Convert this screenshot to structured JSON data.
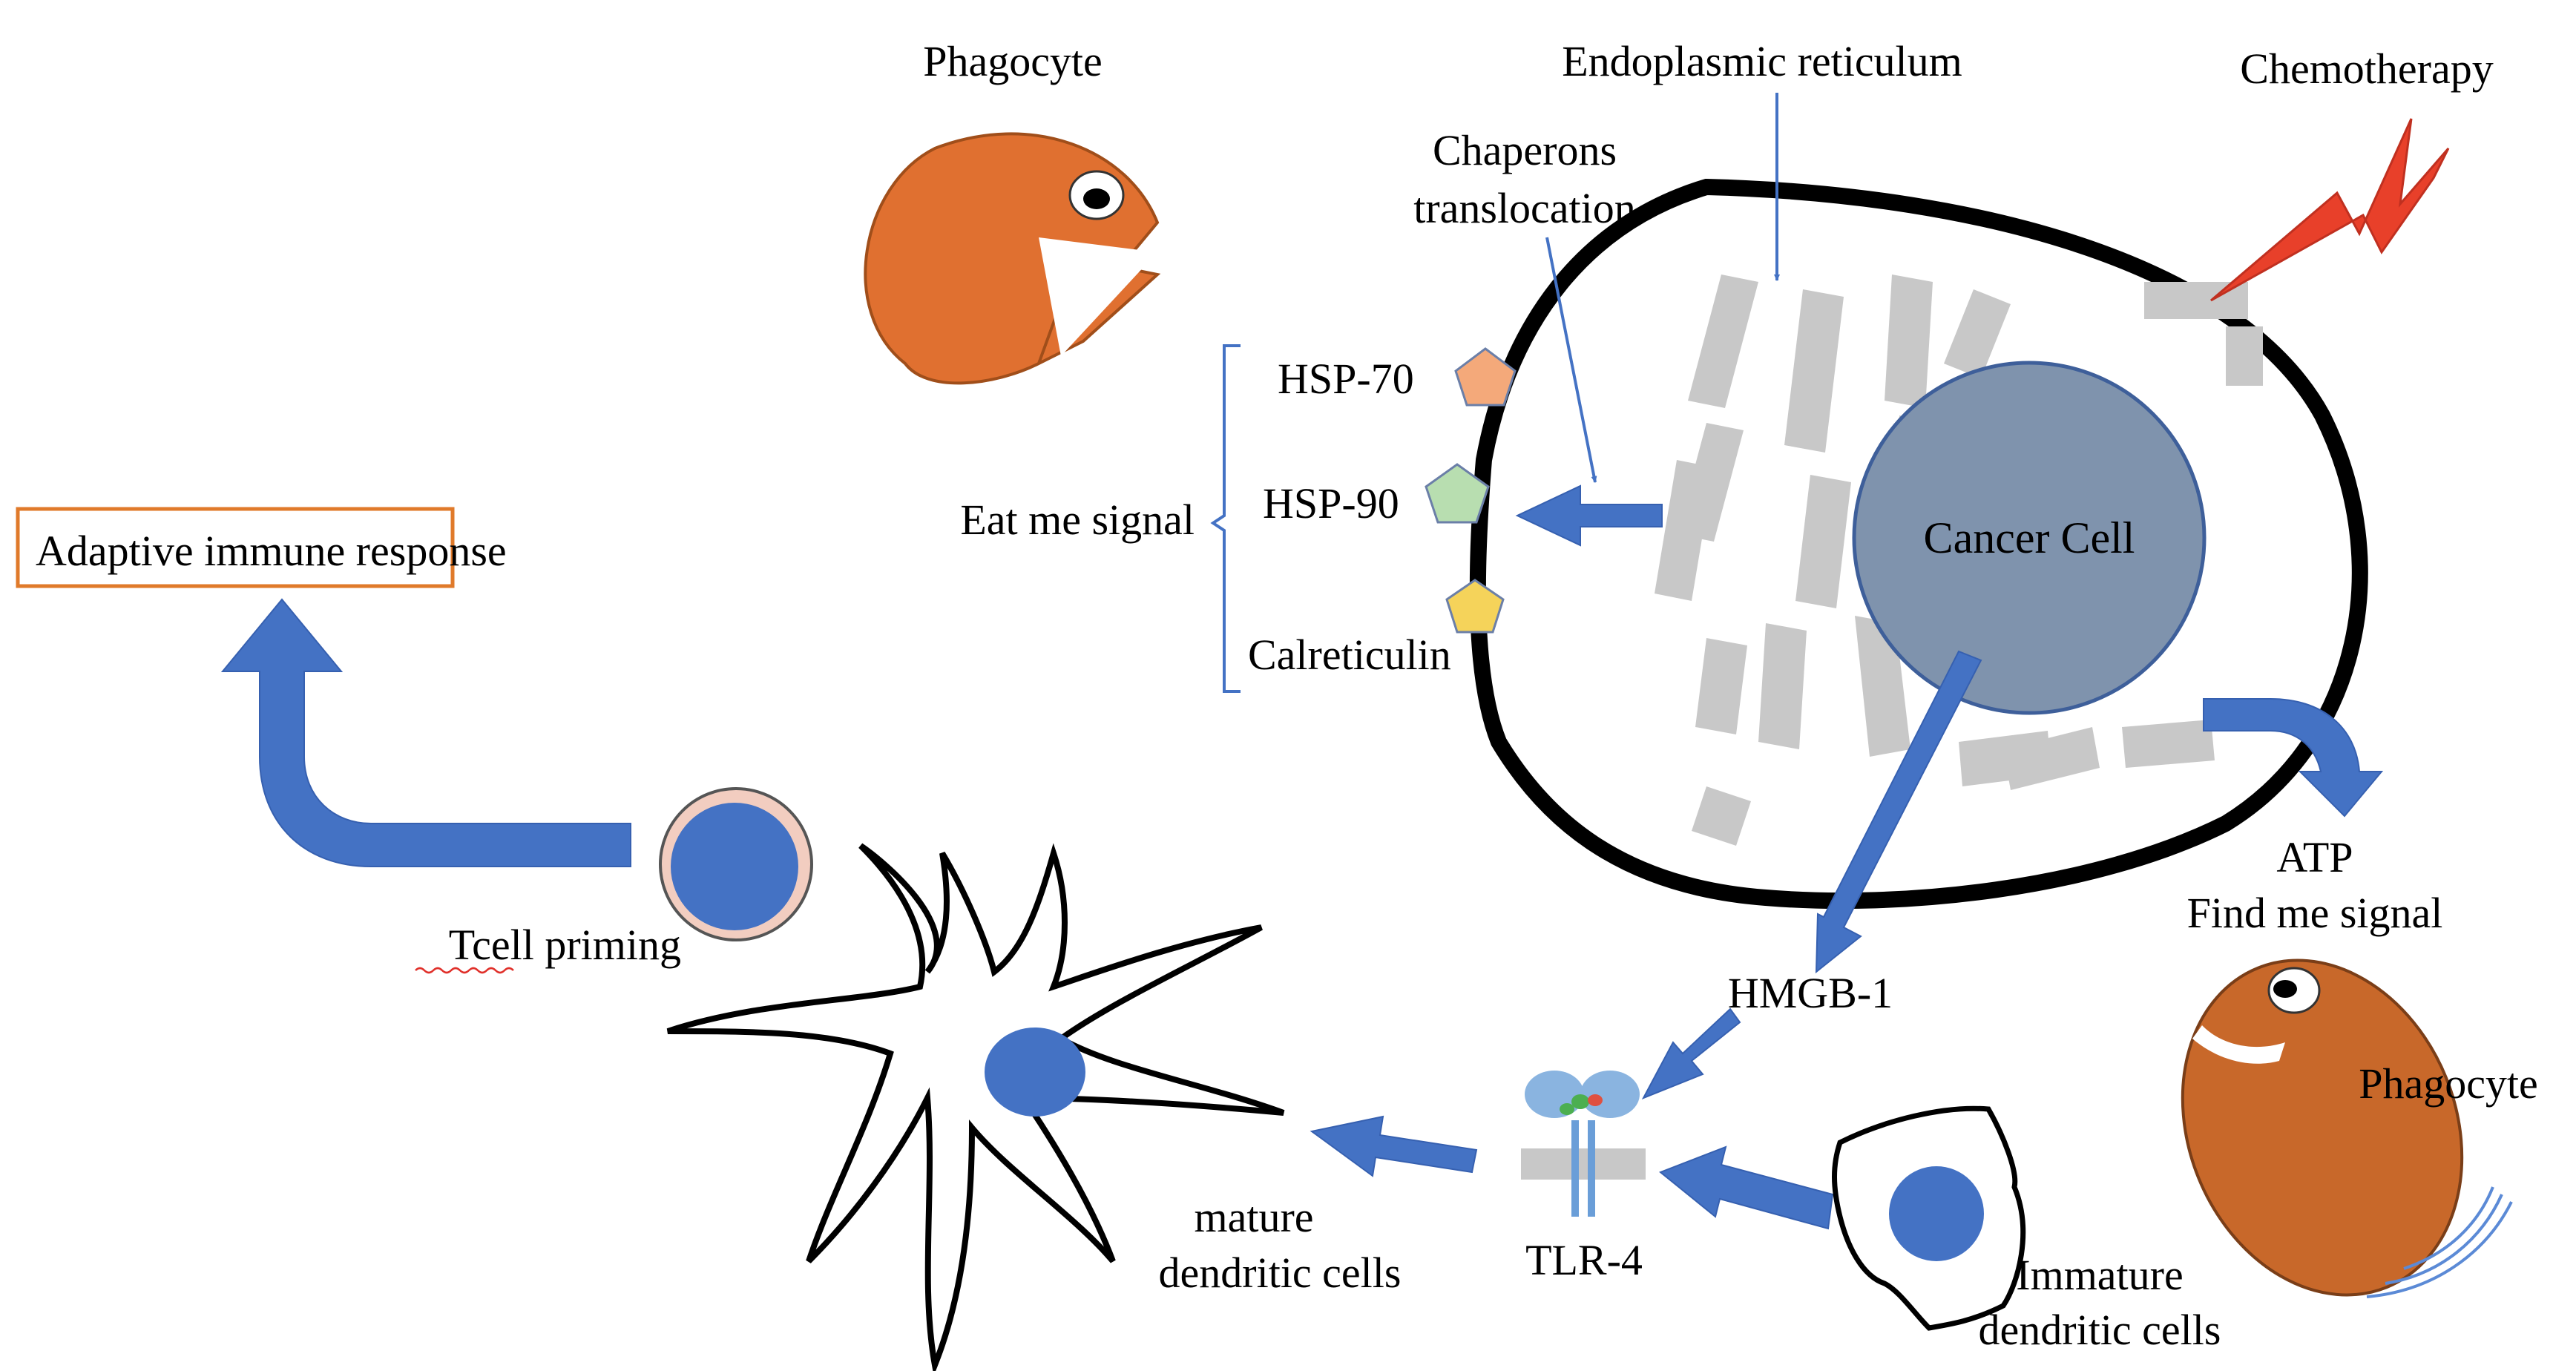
{
  "labels": {
    "phagocyte_top": "Phagocyte",
    "endoplasmic_reticulum": "Endoplasmic reticulum",
    "chemotherapy": "Chemotherapy",
    "chaperons_line1": "Chaperons",
    "chaperons_line2": "translocation",
    "hsp70": "HSP-70",
    "hsp90": "HSP-90",
    "calreticulin": "Calreticulin",
    "eat_me_signal": "Eat me signal",
    "cancer_cell": "Cancer Cell",
    "adaptive_immune_response": "Adaptive immune response",
    "tcell_priming": "Tcell priming",
    "atp": "ATP",
    "find_me_signal": "Find me signal",
    "phagocyte_bottom": "Phagocyte",
    "hmgb1": "HMGB-1",
    "tlr4": "TLR-4",
    "mature_line1": "mature",
    "mature_line2": "dendritic cells",
    "immature_line1": "Immature",
    "immature_line2": "dendritic cells"
  },
  "colors": {
    "arrow_blue": "#4472c4",
    "nucleus_fill": "#7f93ad",
    "nucleus_stroke": "#3e5f9a",
    "er_gray": "#c8c8c8",
    "phagocyte_orange": "#e07030",
    "phagocyte_brown": "#c8682a",
    "chemo_red": "#e8402a",
    "hsp70_color": "#f4a97a",
    "hsp90_color": "#b8deb0",
    "calreticulin_color": "#f5d35a",
    "adaptive_box_border": "#e07a2a",
    "tcell_ring": "#f2cdc0"
  },
  "icons": [
    "phagocyte-icon",
    "lightning-bolt-icon",
    "pentagon-icon",
    "tlr4-receptor-icon",
    "dendritic-cell-icon",
    "tcell-icon"
  ]
}
